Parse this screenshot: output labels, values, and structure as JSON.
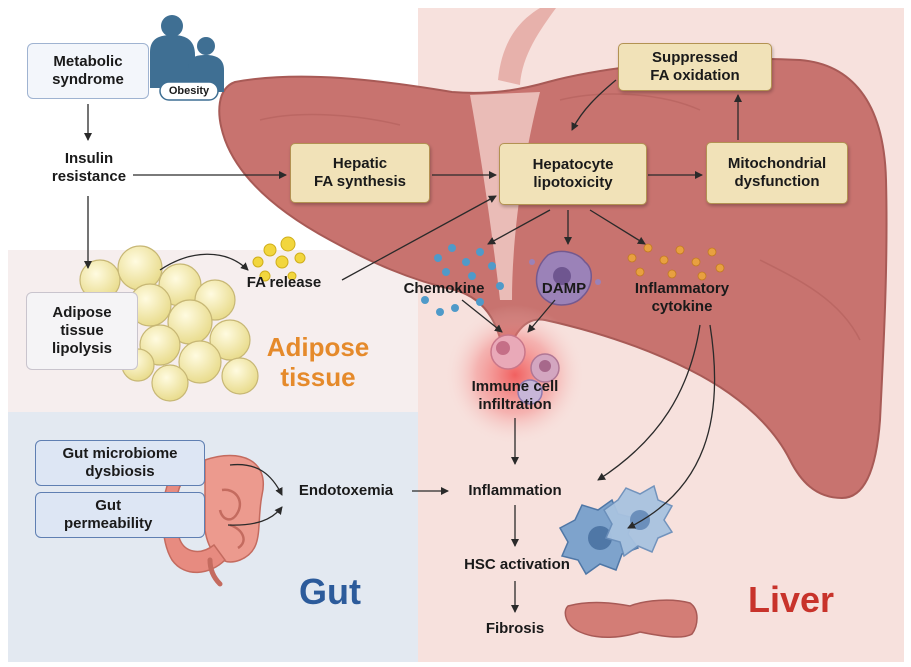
{
  "colors": {
    "liver_region": "#f7e1dd",
    "adipose_region": "#f6eeee",
    "gut_region": "#e3e9f1",
    "liver_organ": "#c8736f",
    "gold_box": "#f1e2b8",
    "adipose_title": "#e58a2b",
    "gut_title": "#2c5b9b",
    "liver_title": "#c8332b",
    "inflammation_glow": "#f04a4a"
  },
  "nodes": {
    "metabolic_syndrome": "Metabolic\nsyndrome",
    "obesity_badge": "Obesity",
    "insulin_resistance": "Insulin\nresistance",
    "hepatic_fa_synthesis": "Hepatic\nFA synthesis",
    "hepatocyte_lipotoxicity": "Hepatocyte\nlipotoxicity",
    "mitochondrial_dysfunction": "Mitochondrial\ndysfunction",
    "suppressed_fa_oxidation": "Suppressed\nFA oxidation",
    "fa_release": "FA release",
    "adipose_lipolysis": "Adipose\ntissue\nlipolysis",
    "chemokine": "Chemokine",
    "damp": "DAMP",
    "inflammatory_cytokine": "Inflammatory\ncytokine",
    "immune_cell_infiltration": "Immune cell\ninfiltration",
    "gut_microbiome_dysbiosis": "Gut microbiome\ndysbiosis",
    "gut_permeability": "Gut\npermeability",
    "endotoxemia": "Endotoxemia",
    "inflammation": "Inflammation",
    "hsc_activation": "HSC activation",
    "fibrosis": "Fibrosis"
  },
  "regions": {
    "adipose": "Adipose\ntissue",
    "gut": "Gut",
    "liver": "Liver"
  },
  "icons": [
    "obesity-people-icon",
    "adipocyte-cluster-icon",
    "fatty-acid-droplets-icon",
    "chemokine-dots-icon",
    "damp-cell-icon",
    "cytokine-dots-icon",
    "immune-cells-icon",
    "intestine-icon",
    "up-arrow-icon",
    "hepatic-stellate-cell-icon",
    "small-liver-icon"
  ]
}
